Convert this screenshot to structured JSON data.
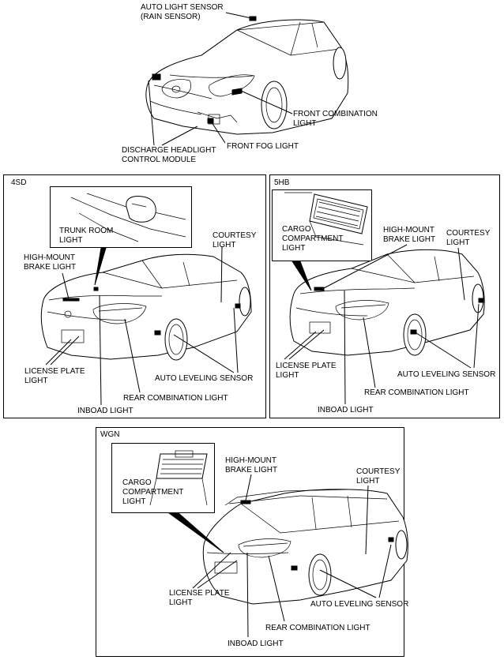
{
  "top": {
    "auto_light_sensor": "AUTO LIGHT SENSOR\n(RAIN SENSOR)",
    "front_combination_light": "FRONT COMBINATION\nLIGHT",
    "front_fog_light": "FRONT FOG LIGHT",
    "discharge_headlight": "DISCHARGE HEADLIGHT\nCONTROL MODULE"
  },
  "sd": {
    "title": "4SD",
    "trunk_room_light": "TRUNK ROOM\nLIGHT",
    "courtesy_light": "COURTESY\nLIGHT",
    "high_mount_brake_light": "HIGH-MOUNT\nBRAKE LIGHT",
    "license_plate_light": "LICENSE PLATE\nLIGHT",
    "auto_leveling_sensor": "AUTO LEVELING SENSOR",
    "rear_combination_light": "REAR COMBINATION LIGHT",
    "inboad_light": "INBOAD LIGHT"
  },
  "hb": {
    "title": "5HB",
    "cargo_compartment_light": "CARGO\nCOMPARTMENT\nLIGHT",
    "high_mount_brake_light": "HIGH-MOUNT\nBRAKE LIGHT",
    "courtesy_light": "COURTESY\nLIGHT",
    "license_plate_light": "LICENSE PLATE\nLIGHT",
    "auto_leveling_sensor": "AUTO LEVELING SENSOR",
    "rear_combination_light": "REAR COMBINATION LIGHT",
    "inboad_light": "INBOAD LIGHT"
  },
  "wgn": {
    "title": "WGN",
    "cargo_compartment_light": "CARGO\nCOMPARTMENT\nLIGHT",
    "high_mount_brake_light": "HIGH-MOUNT\nBRAKE LIGHT",
    "courtesy_light": "COURTESY\nLIGHT",
    "license_plate_light": "LICENSE PLATE\nLIGHT",
    "auto_leveling_sensor": "AUTO LEVELING SENSOR",
    "rear_combination_light": "REAR COMBINATION LIGHT",
    "inboad_light": "INBOAD LIGHT"
  }
}
